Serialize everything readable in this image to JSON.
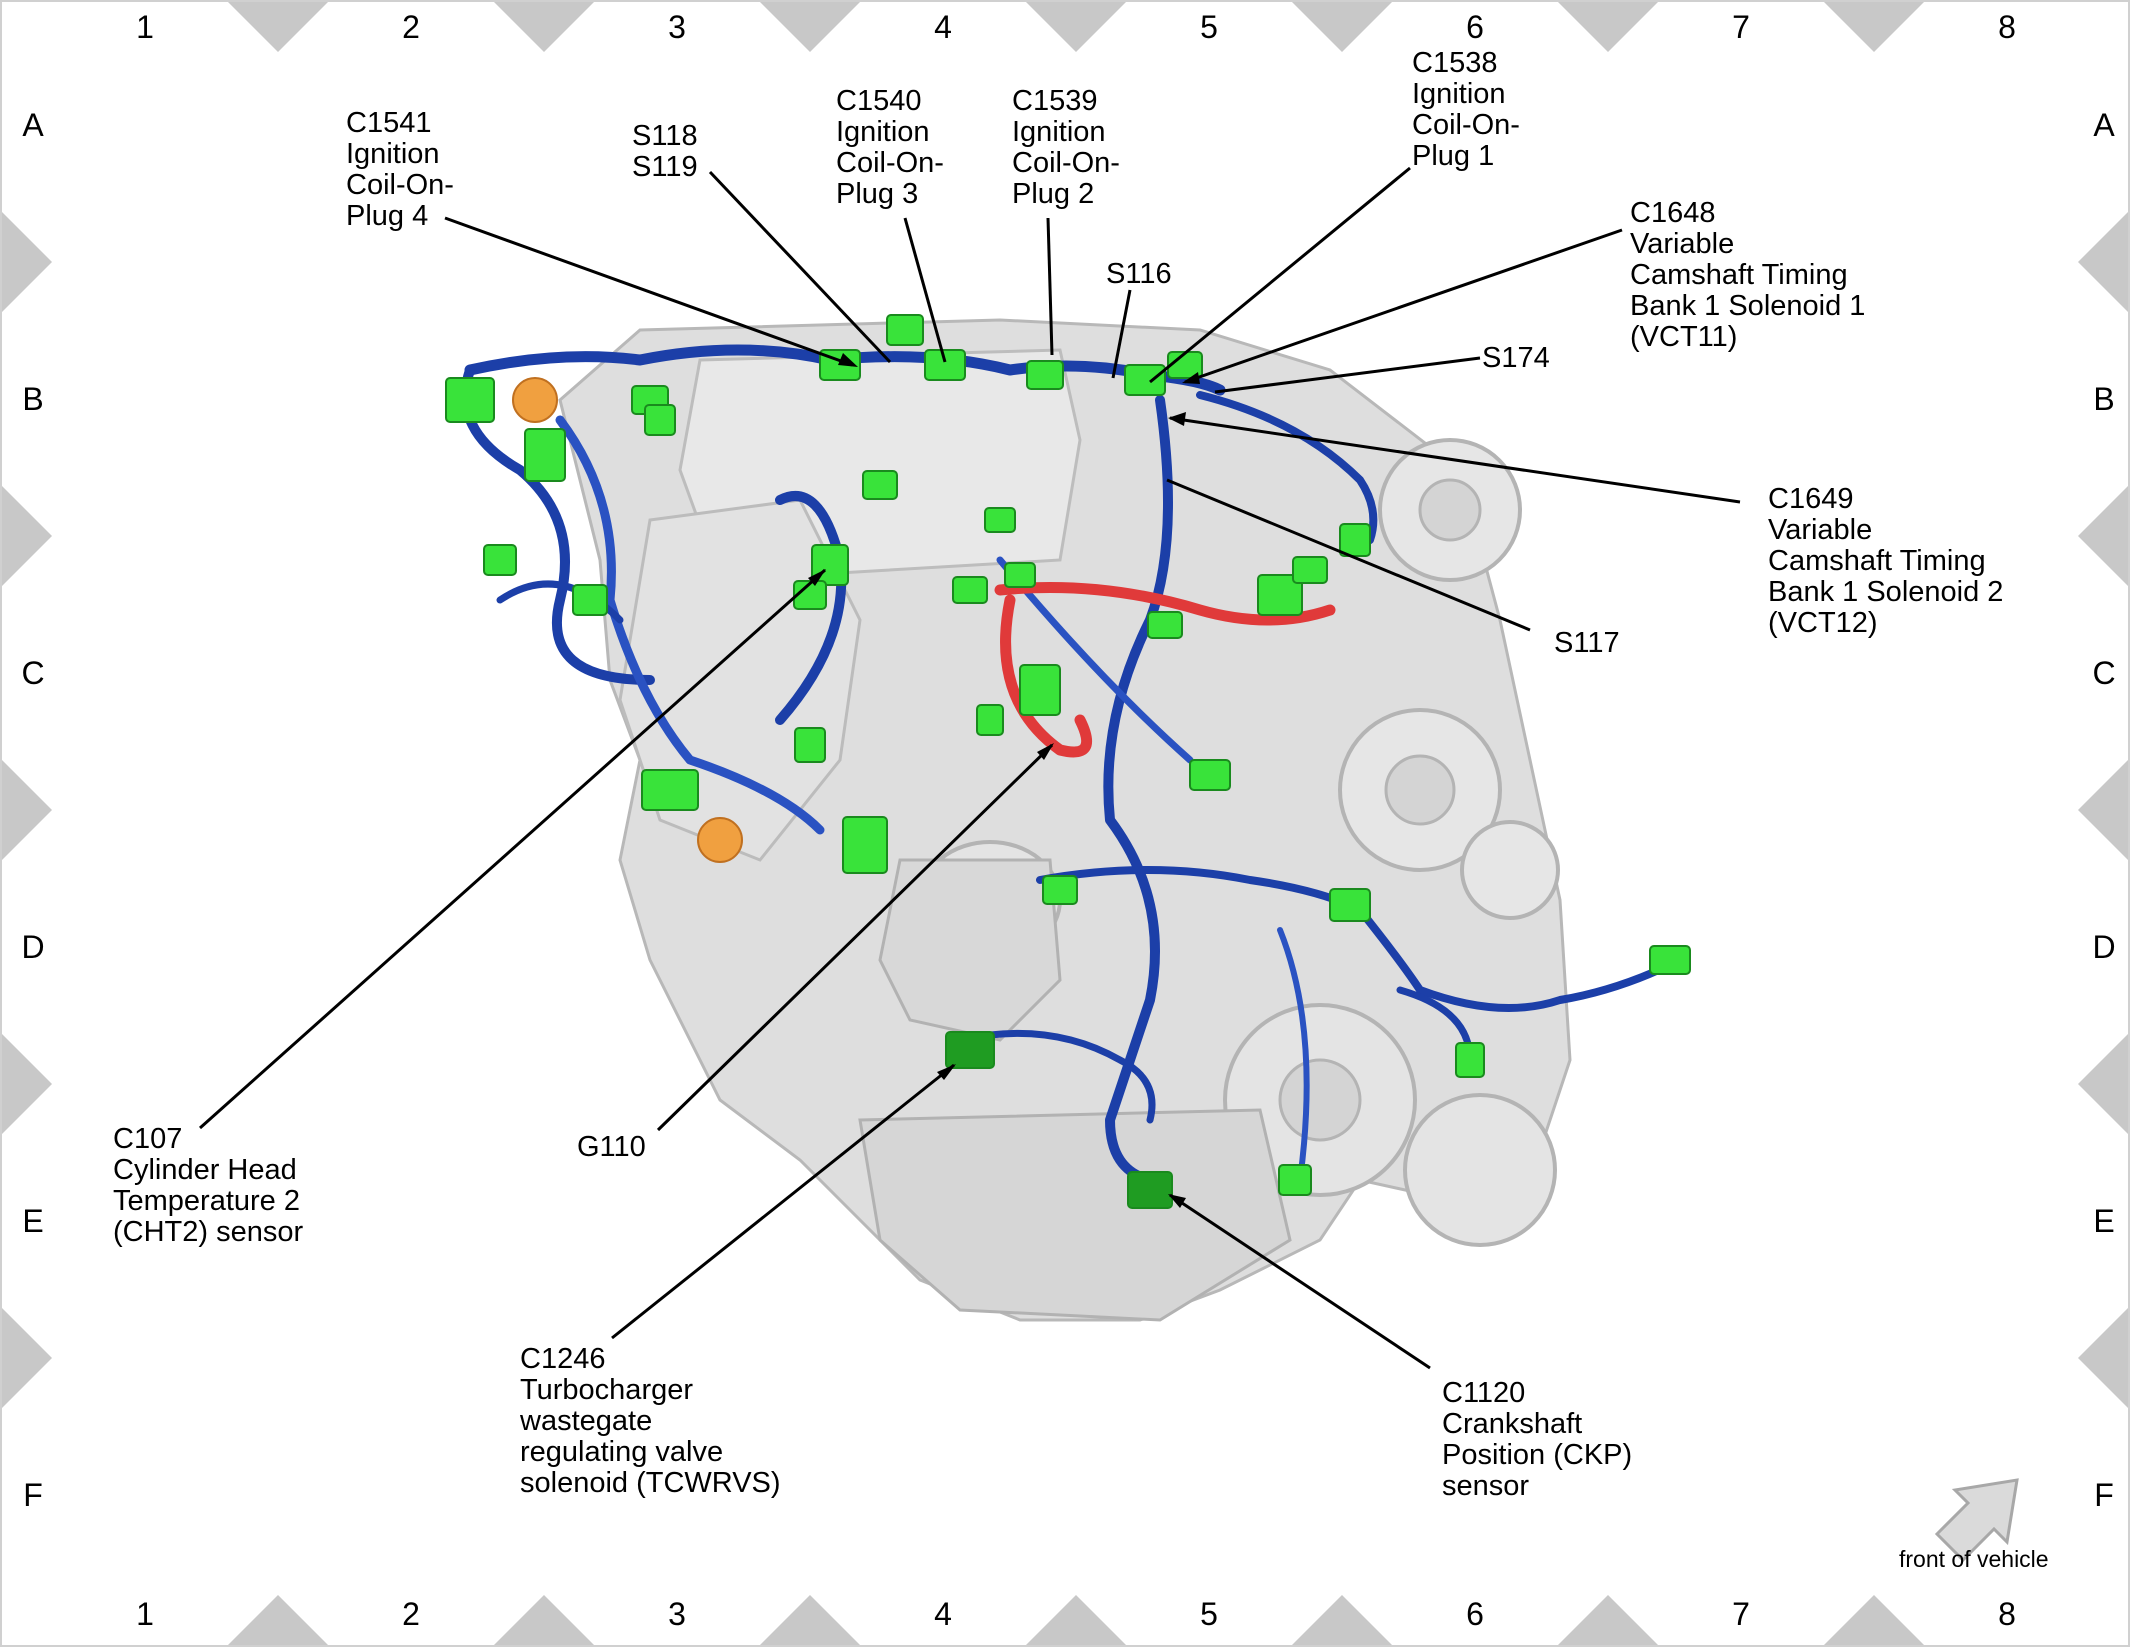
{
  "grid": {
    "columns": [
      "1",
      "2",
      "3",
      "4",
      "5",
      "6",
      "7",
      "8"
    ],
    "rows": [
      "A",
      "B",
      "C",
      "D",
      "E",
      "F"
    ]
  },
  "labels": [
    {
      "id": "c1541",
      "text": "C1541\nIgnition\nCoil-On-\nPlug 4"
    },
    {
      "id": "s118",
      "text": "S118\nS119"
    },
    {
      "id": "c1540",
      "text": "C1540\nIgnition\nCoil-On-\nPlug 3"
    },
    {
      "id": "c1539",
      "text": "C1539\nIgnition\nCoil-On-\nPlug 2"
    },
    {
      "id": "c1538",
      "text": "C1538\nIgnition\nCoil-On-\nPlug 1"
    },
    {
      "id": "s116",
      "text": "S116"
    },
    {
      "id": "c1648",
      "text": "C1648\nVariable\nCamshaft Timing\nBank 1 Solenoid 1\n(VCT11)"
    },
    {
      "id": "s174",
      "text": "S174"
    },
    {
      "id": "c1649",
      "text": "C1649\nVariable\nCamshaft Timing\nBank 1 Solenoid 2\n(VCT12)"
    },
    {
      "id": "s117",
      "text": "S117"
    },
    {
      "id": "c107",
      "text": "C107\nCylinder Head\nTemperature 2\n(CHT2) sensor"
    },
    {
      "id": "g110",
      "text": "G110"
    },
    {
      "id": "c1246",
      "text": "C1246\nTurbocharger\nwastegate\nregulating valve\nsolenoid (TCWRVS)"
    },
    {
      "id": "c1120",
      "text": "C1120\nCrankshaft\nPosition (CKP)\nsensor"
    }
  ],
  "orientation_note": "front of vehicle",
  "colors": {
    "frame": "#c8c8c8",
    "engine": "#dcdcdc",
    "harness": "#1c3fa8",
    "connector": "#39e33a",
    "connector_dark": "#1f9c22",
    "red_harness": "#e03a3a",
    "orange_part": "#f0a040"
  }
}
